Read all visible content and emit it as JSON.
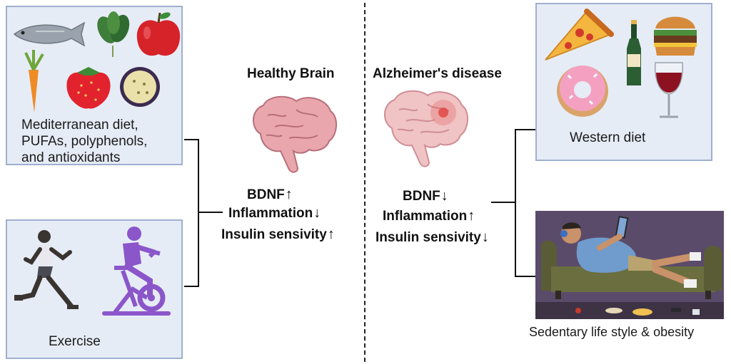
{
  "left_panel": {
    "diet_box": {
      "caption_lines": [
        "Mediterranean diet,",
        "PUFAs, polyphenols,",
        "and antioxidants"
      ]
    },
    "exercise_box": {
      "caption": "Exercise"
    }
  },
  "center_left": {
    "title": "Healthy Brain",
    "factors": [
      {
        "label": "BDNF",
        "direction": "↑"
      },
      {
        "label": "Inflammation",
        "direction": "↓"
      },
      {
        "label": "Insulin sensivity",
        "direction": "↑"
      }
    ]
  },
  "center_right": {
    "title": "Alzheimer's disease",
    "factors": [
      {
        "label": "BDNF",
        "direction": "↓"
      },
      {
        "label": "Inflammation",
        "direction": "↑"
      },
      {
        "label": "Insulin sensivity",
        "direction": "↓"
      }
    ]
  },
  "right_panel": {
    "western_box": {
      "caption": "Western diet"
    },
    "sedentary": {
      "caption": "Sedentary life style & obesity"
    }
  },
  "colors": {
    "box_fill": "#e6ecf6",
    "box_border": "#9fb0cf",
    "brain_pink": "#e9a7ad",
    "lesion_red": "#e0443f",
    "exercise_purple": "#8b56c9"
  }
}
